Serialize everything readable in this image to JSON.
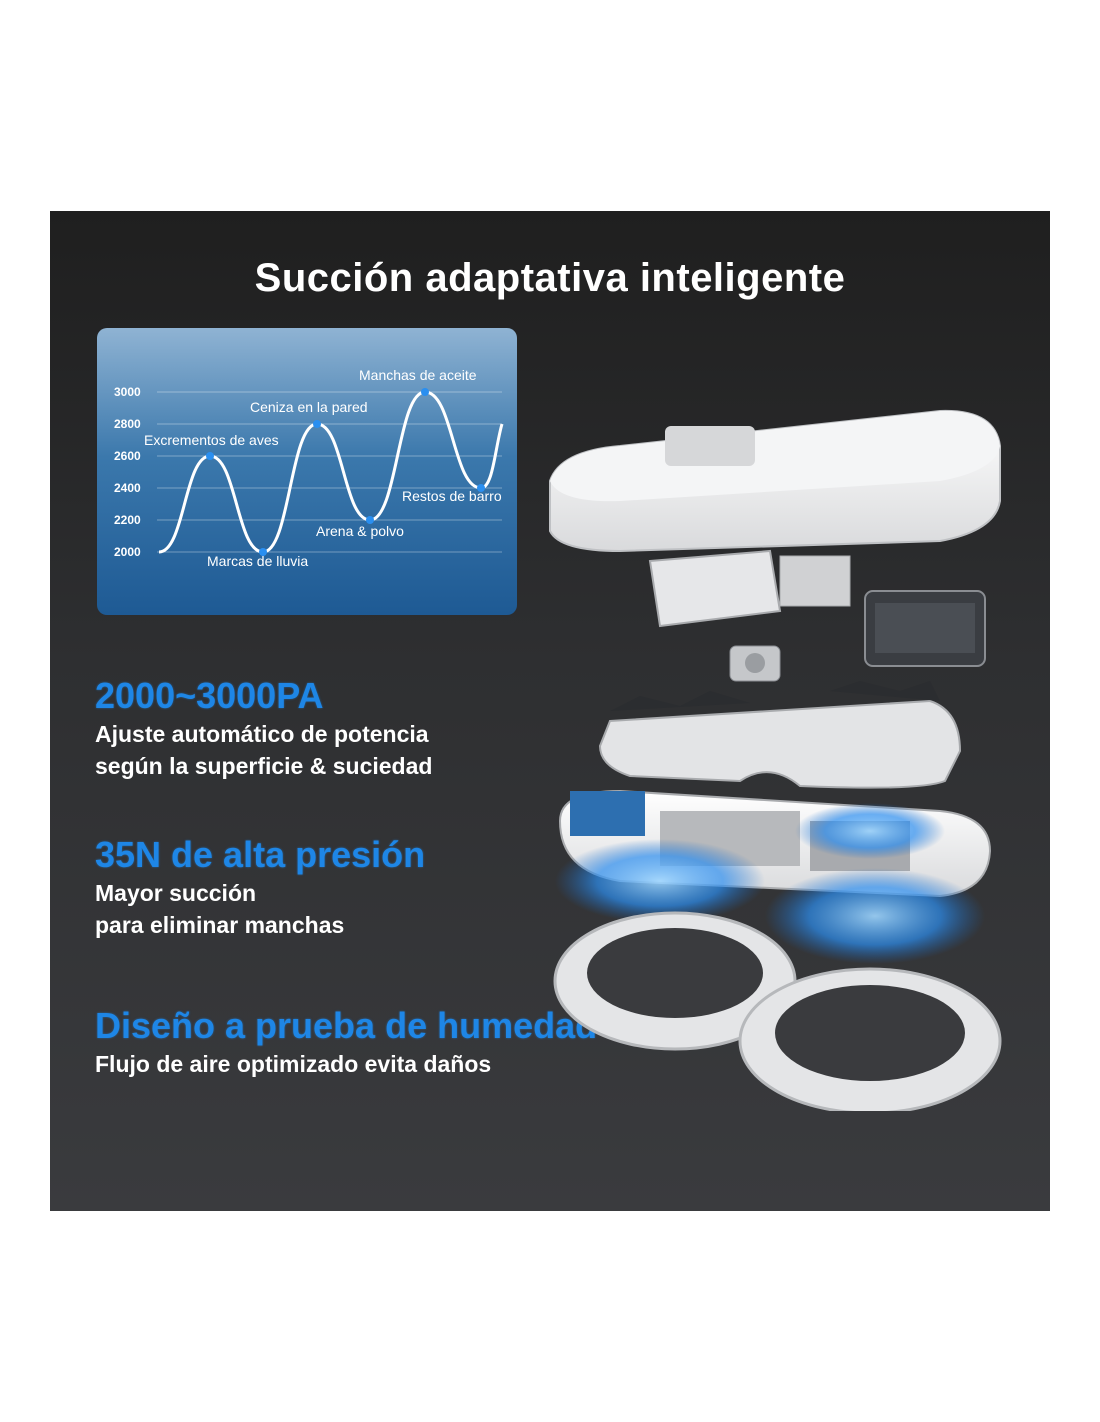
{
  "title": "Succión adaptativa inteligente",
  "chart_data": {
    "type": "line",
    "yticks": [
      "3000",
      "2800",
      "2600",
      "2400",
      "2200",
      "2000"
    ],
    "ylim": [
      2000,
      3000
    ],
    "points": [
      {
        "label": "Excrementos de aves",
        "y": 2600
      },
      {
        "label": "Marcas de lluvia",
        "y": 2000
      },
      {
        "label": "Ceniza en la pared",
        "y": 2800
      },
      {
        "label": "Arena & polvo",
        "y": 2200
      },
      {
        "label": "Manchas de aceite",
        "y": 3000
      },
      {
        "label": "Restos de barro",
        "y": 2400
      }
    ],
    "grid": true,
    "line_color": "#ffffff",
    "point_color": "#2a8ff0"
  },
  "features": [
    {
      "heading": "2000~3000PA",
      "lines": [
        "Ajuste automático de potencia",
        "según la superficie & suciedad"
      ]
    },
    {
      "heading": "35N de alta presión",
      "lines": [
        "Mayor succión",
        "para eliminar manchas"
      ]
    },
    {
      "heading": "Diseño a prueba de humedad",
      "lines": [
        "Flujo de aire optimizado evita daños"
      ]
    }
  ],
  "colors": {
    "accent": "#1e86e6",
    "panel": "#2e2f31",
    "text": "#ffffff"
  }
}
